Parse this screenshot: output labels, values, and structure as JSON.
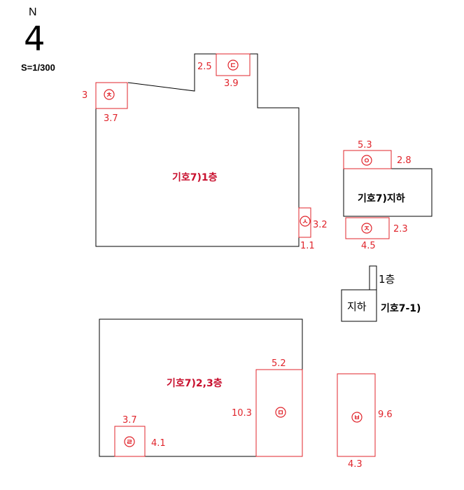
{
  "north": {
    "letter": "N",
    "glyph": "4"
  },
  "scale": "S=1/300",
  "buildings": {
    "b1": {
      "label": "기호7)1층"
    },
    "b_basement": {
      "label": "기호7)지하"
    },
    "b71": {
      "inner_label": "지하",
      "floor_label": "1층",
      "label": "기호7-1)"
    },
    "b23": {
      "label": "기호7)2,3층"
    }
  },
  "subareas": {
    "c": {
      "symbol": "ㄷ",
      "width": "3.9",
      "height": "2.5"
    },
    "ch": {
      "symbol": "ㅊ",
      "width": "3.7",
      "height": "3"
    },
    "s": {
      "symbol": "ㅅ",
      "width": "1.1",
      "height": "3.2"
    },
    "o": {
      "symbol": "ㅇ",
      "width": "5.3",
      "height": "2.8"
    },
    "j": {
      "symbol": "ㅈ",
      "width": "4.5",
      "height": "2.3"
    },
    "r": {
      "symbol": "ㄹ",
      "width": "3.7",
      "height": "4.1"
    },
    "m": {
      "symbol": "ㅁ",
      "width": "5.2",
      "height": "10.3"
    },
    "b": {
      "symbol": "ㅂ",
      "width": "4.3",
      "height": "9.6"
    }
  },
  "colors": {
    "outline": "#000000",
    "subarea": "#e0242b",
    "label": "#c8102e"
  }
}
